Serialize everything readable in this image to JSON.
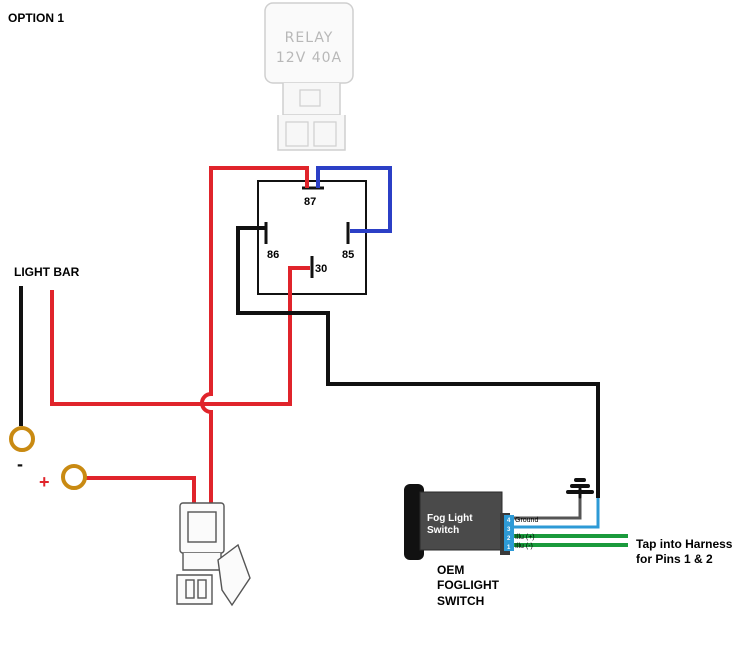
{
  "title": "OPTION 1",
  "relay": {
    "line1": "RELAY",
    "line2": "12V 40A"
  },
  "pins": {
    "p87": "87",
    "p86": "86",
    "p85": "85",
    "p30": "30"
  },
  "light_bar": {
    "label": "LIGHT BAR",
    "minus": "-",
    "plus": "+"
  },
  "switch": {
    "face_line1": "Fog Light",
    "face_line2": "Switch",
    "caption_line1": "OEM",
    "caption_line2": "FOGLIGHT",
    "caption_line3": "SWITCH",
    "pin_nums": [
      "4",
      "3",
      "2",
      "1"
    ],
    "wire_labels": [
      "Ground",
      "",
      "Illu (+)",
      "Illu (-)"
    ]
  },
  "harness_note": {
    "line1": "Tap into Harness",
    "line2": "for Pins 1 & 2"
  },
  "colors": {
    "red": "#e0242b",
    "blue": "#2b3fc6",
    "black": "#111111",
    "green": "#1a9a3c",
    "orange": "#c98a12",
    "switch_blue": "#2d9ad6"
  }
}
